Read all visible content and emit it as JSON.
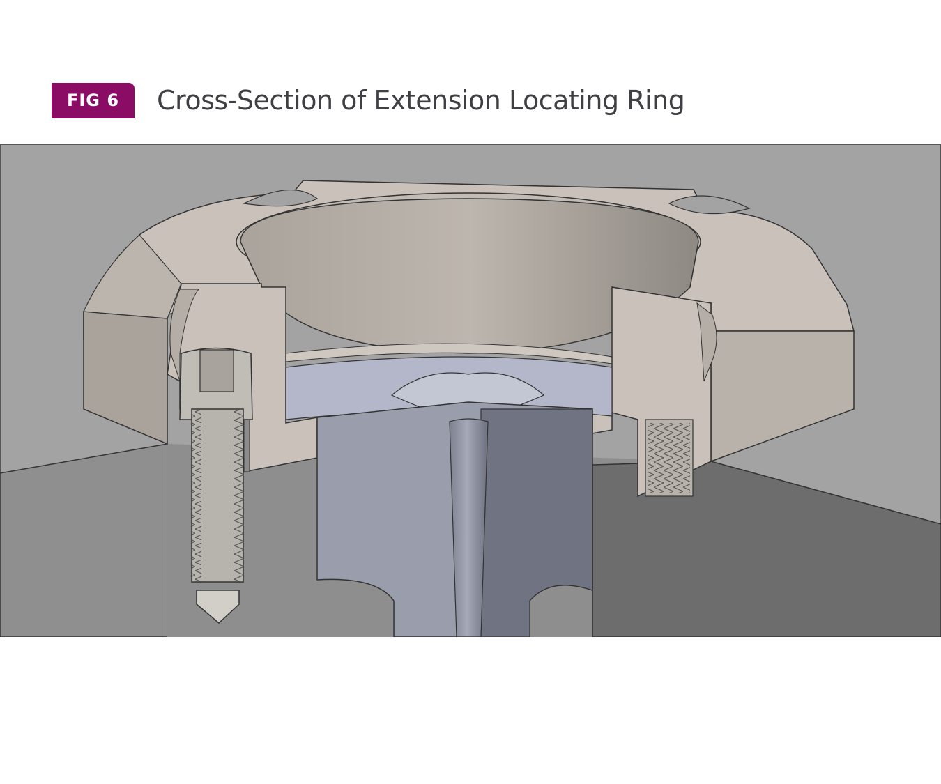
{
  "figure": {
    "label": "FIG 6",
    "title": "Cross-Section of Extension Locating Ring",
    "badge_color": "#8a0c64"
  },
  "illustration": {
    "icon": "locating-ring-cross-section",
    "colors": {
      "ring": "#c9c1ba",
      "ring_shadow": "#aaa39b",
      "wall_back": "#c4c2bf",
      "floor_left": "#8f8f8f",
      "floor_right": "#6e6d6d",
      "nozzle": "#9a9dab",
      "nozzle_dark": "#707381",
      "seat": "#b3b7c9",
      "bolt": "#c0bcb6"
    }
  }
}
